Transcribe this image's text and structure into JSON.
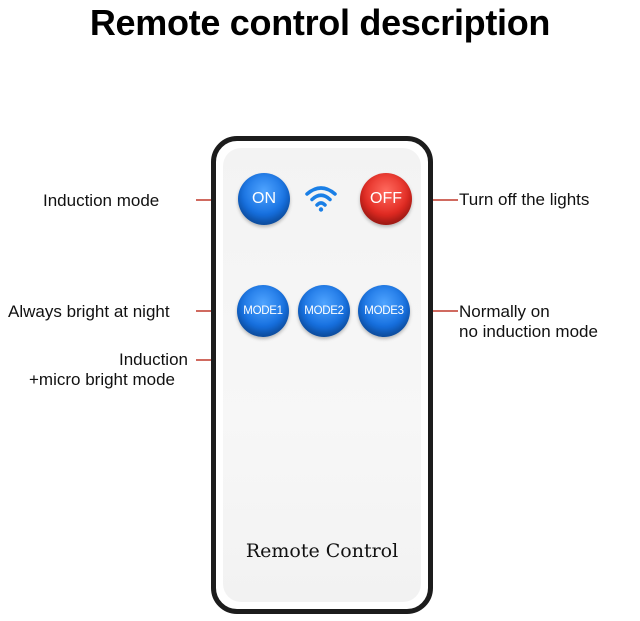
{
  "title": "Remote control description",
  "remote": {
    "brand_label": "Remote Control",
    "buttons": {
      "on": "ON",
      "off": "OFF",
      "mode1": "MODE1",
      "mode2": "MODE2",
      "mode3": "MODE3"
    },
    "signal_icon": "wifi-signal-icon"
  },
  "callouts": {
    "induction_mode": "Induction mode",
    "turn_off": "Turn off the lights",
    "always_bright": "Always bright at night",
    "induction_micro_line1": "Induction",
    "induction_micro_line2": "+micro bright mode",
    "normally_on_line1": "Normally on",
    "normally_on_line2": "no induction mode"
  },
  "colors": {
    "button_blue": "#1670e0",
    "button_red": "#e22a22",
    "leader_line": "#c0392b",
    "wifi_icon": "#1a7fe6"
  }
}
